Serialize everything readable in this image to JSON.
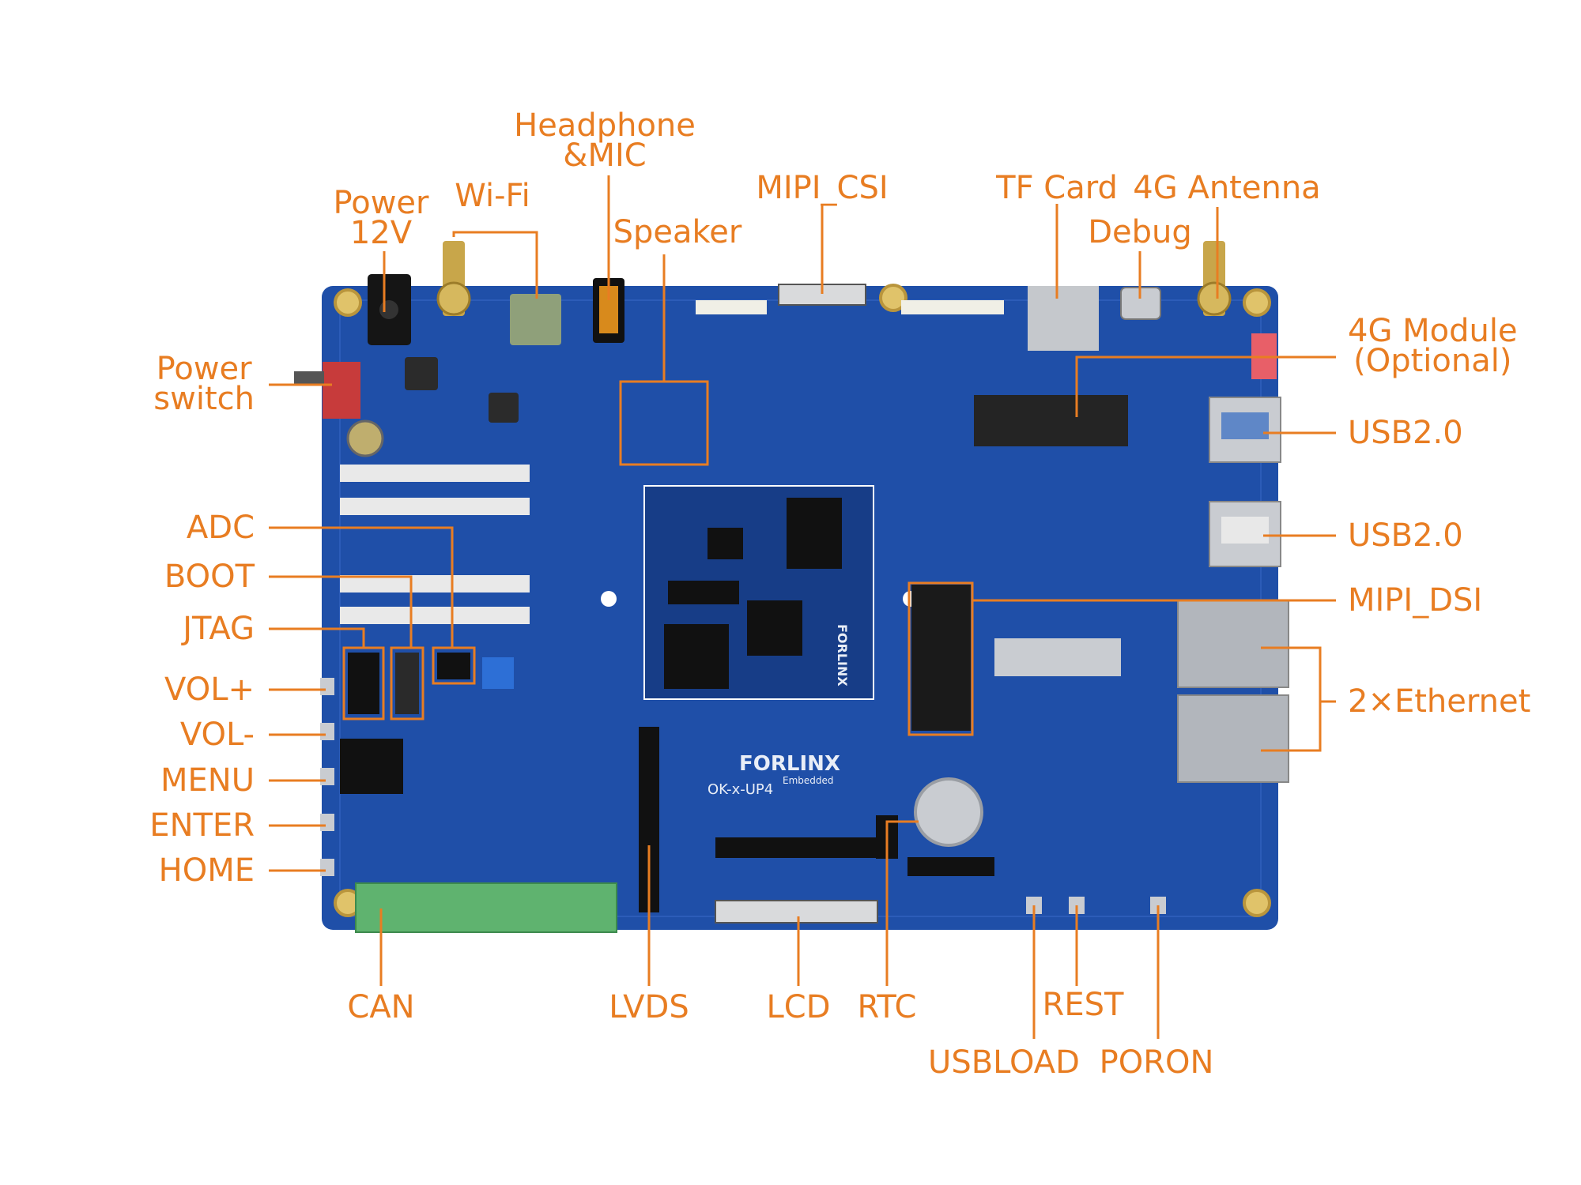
{
  "colors": {
    "label": "#e87d22",
    "pcb": "#1f4fa8",
    "pcb_dark": "#163d86",
    "terminal": "#5fb36f",
    "silver": "#c9ccd1",
    "white": "#ffffff"
  },
  "board": {
    "logo": "FORLINX",
    "logo_sub": "Embedded",
    "model": "OK-x-UP4"
  },
  "labels": {
    "headphone_mic": [
      "Headphone",
      "&MIC"
    ],
    "power_12v": [
      "Power",
      "12V"
    ],
    "wifi": "Wi-Fi",
    "mipi_csi": "MIPI_CSI",
    "tf_card": "TF Card",
    "antenna_4g": "4G Antenna",
    "speaker": "Speaker",
    "debug": "Debug",
    "module_4g": [
      "4G Module",
      "(Optional)"
    ],
    "power_switch": [
      "Power",
      "switch"
    ],
    "usb2_top": "USB2.0",
    "usb2_bottom": "USB2.0",
    "adc": "ADC",
    "boot": "BOOT",
    "mipi_dsi": "MIPI_DSI",
    "jtag": "JTAG",
    "ethernet": "2×Ethernet",
    "vol_plus": "VOL+",
    "vol_minus": "VOL-",
    "menu": "MENU",
    "enter": "ENTER",
    "home": "HOME",
    "can": "CAN",
    "lvds": "LVDS",
    "lcd": "LCD",
    "rtc": "RTC",
    "rest": "REST",
    "usbload": "USBLOAD",
    "poron": "PORON"
  }
}
